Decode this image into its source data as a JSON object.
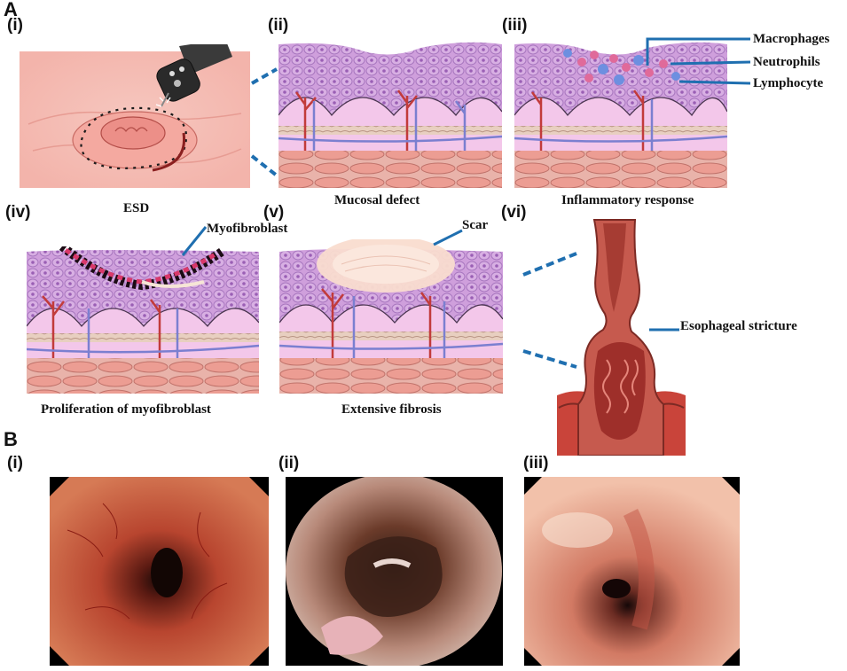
{
  "sections": {
    "a": "A",
    "b": "B"
  },
  "panels_a": {
    "i": {
      "numeral": "(i)",
      "caption": "ESD"
    },
    "ii": {
      "numeral": "(ii)",
      "caption": "Mucosal defect"
    },
    "iii": {
      "numeral": "(iii)",
      "caption": "Inflammatory response"
    },
    "iv": {
      "numeral": "(iv)",
      "caption": "Proliferation of myofibroblast"
    },
    "v": {
      "numeral": "(v)",
      "caption": "Extensive fibrosis"
    },
    "vi": {
      "numeral": "(vi)"
    }
  },
  "callouts": {
    "macrophages": "Macrophages",
    "neutrophils": "Neutrophils",
    "lymphocyte": "Lymphocyte",
    "myofibroblast": "Myofibroblast",
    "scar": "Scar",
    "stricture": "Esophageal stricture"
  },
  "panels_b": {
    "i": {
      "numeral": "(i)"
    },
    "ii": {
      "numeral": "(ii)"
    },
    "iii": {
      "numeral": "(iii)"
    }
  },
  "colors": {
    "callout_line": "#1f6fb0",
    "mucosa": "#c89ad8",
    "muscle": "#e3a9a0",
    "vessel_red": "#c23b3b",
    "vessel_blue": "#7b7fd0",
    "skin": "#f3b9b0"
  }
}
